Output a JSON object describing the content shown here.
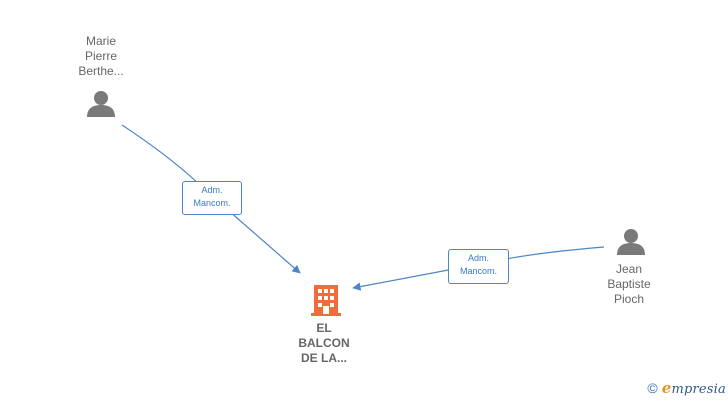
{
  "nodes": {
    "person1": {
      "name_lines": [
        "Marie",
        "Pierre",
        "Berthe..."
      ],
      "type": "person"
    },
    "person2": {
      "name_lines": [
        "Jean",
        "Baptiste",
        "Pioch"
      ],
      "type": "person"
    },
    "company": {
      "name_lines": [
        "EL",
        "BALCON",
        "DE LA..."
      ],
      "type": "company"
    }
  },
  "edges": [
    {
      "from": "person1",
      "to": "company",
      "label_lines": [
        "Adm.",
        "Mancom."
      ]
    },
    {
      "from": "person2",
      "to": "company",
      "label_lines": [
        "Adm.",
        "Mancom."
      ]
    }
  ],
  "colors": {
    "person_icon": "#7a7a7a",
    "company_icon": "#f26b3a",
    "edge": "#4a86c8",
    "label_text": "#666666"
  },
  "icons": {
    "person": "person-silhouette-icon",
    "company": "building-icon",
    "copyright": "copyright-icon"
  },
  "brand": {
    "copyright_symbol": "©",
    "logo_first_letter": "e",
    "logo_rest": "mpresia"
  }
}
